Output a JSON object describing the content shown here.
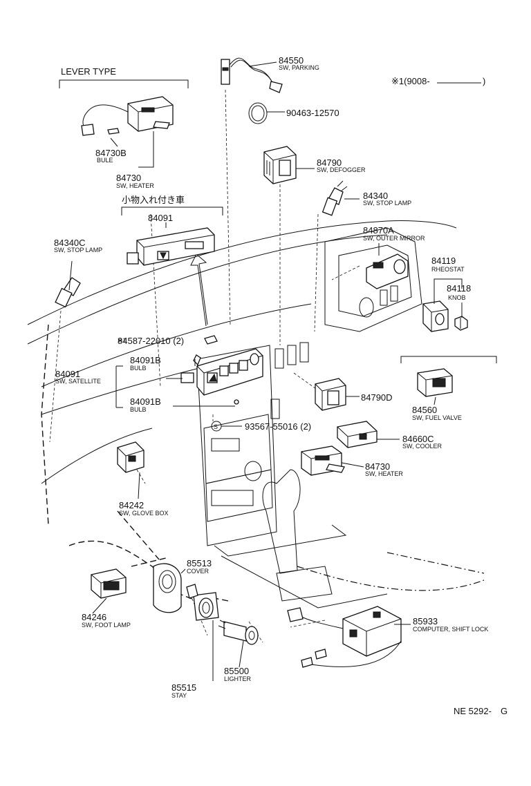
{
  "header": {
    "lever_type": "LEVER TYPE",
    "variant_note": "※1(9008-",
    "variant_close": ")",
    "jp_note": "小物入れ付き車",
    "footer_code": "NE 5292-",
    "footer_suffix": "G"
  },
  "callouts": [
    {
      "id": "c-84550",
      "num": "84550",
      "desc": "SW, PARKING"
    },
    {
      "id": "c-90463",
      "num": "90463-12570",
      "desc": ""
    },
    {
      "id": "c-84790",
      "num": "84790",
      "desc": "SW, DEFOGGER"
    },
    {
      "id": "c-84340",
      "num": "84340",
      "desc": "SW, STOP LAMP"
    },
    {
      "id": "c-84870a",
      "num": "84870A",
      "desc": "SW, OUTER MIRROR"
    },
    {
      "id": "c-84119",
      "num": "84119",
      "desc": "RHEOSTAT"
    },
    {
      "id": "c-84118",
      "num": "84118",
      "desc": "KNOB"
    },
    {
      "id": "c-84730b",
      "num": "84730B",
      "desc": "BULE"
    },
    {
      "id": "c-84730-top",
      "num": "84730",
      "desc": "SW, HEATER"
    },
    {
      "id": "c-84091-top",
      "num": "84091",
      "desc": ""
    },
    {
      "id": "c-84340c",
      "num": "84340C",
      "desc": "SW, STOP LAMP"
    },
    {
      "id": "c-84587",
      "num": "84587-22010 (2)",
      "desc": ""
    },
    {
      "id": "c-84091b-1",
      "num": "84091B",
      "desc": "BULB"
    },
    {
      "id": "c-84091-left",
      "num": "84091",
      "desc": "SW, SATELLITE"
    },
    {
      "id": "c-84091b-2",
      "num": "84091B",
      "desc": "BULB"
    },
    {
      "id": "c-93567",
      "num": "93567-55016 (2)",
      "desc": ""
    },
    {
      "id": "c-84790d",
      "num": "84790D",
      "desc": ""
    },
    {
      "id": "c-84560",
      "num": "84560",
      "desc": "SW, FUEL VALVE"
    },
    {
      "id": "c-84660c",
      "num": "84660C",
      "desc": "SW, COOLER"
    },
    {
      "id": "c-84730-mid",
      "num": "84730",
      "desc": "SW, HEATER"
    },
    {
      "id": "c-84242",
      "num": "84242",
      "desc": "SW, GLOVE BOX"
    },
    {
      "id": "c-85513",
      "num": "85513",
      "desc": "COVER"
    },
    {
      "id": "c-84246",
      "num": "84246",
      "desc": "SW, FOOT LAMP"
    },
    {
      "id": "c-85933",
      "num": "85933",
      "desc": "COMPUTER, SHIFT LOCK"
    },
    {
      "id": "c-85500",
      "num": "85500",
      "desc": "LIGHTER"
    },
    {
      "id": "c-85515",
      "num": "85515",
      "desc": "STAY"
    }
  ],
  "markers": {
    "asterisk_1": "※1",
    "s_mark": "S"
  }
}
